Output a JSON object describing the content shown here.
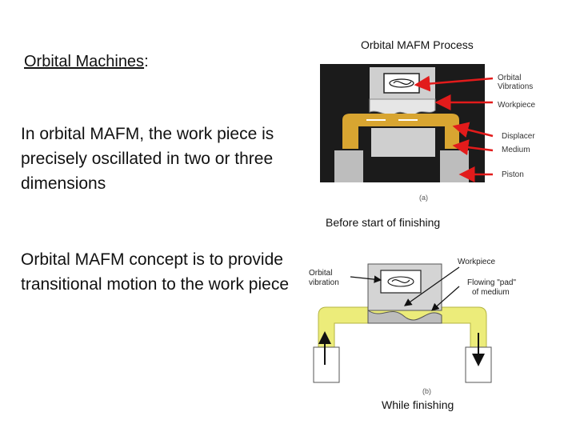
{
  "slide": {
    "heading_text": "Orbital Machines",
    "heading_colon": ":",
    "paragraph1": "In orbital MAFM, the work piece is precisely oscillated in two or three dimensions",
    "paragraph2": "Orbital MAFM concept is to provide transitional motion to the work piece"
  },
  "figure_a": {
    "title": "Orbital MAFM Process",
    "labels": [
      "Orbital",
      "Vibrations",
      "Workpiece",
      "Displacer",
      "Medium",
      "Piston"
    ],
    "sublabel": "(a)",
    "caption": "Before start of finishing"
  },
  "figure_b": {
    "labels": {
      "orbital_line1": "Orbital",
      "orbital_line2": "vibration",
      "workpiece": "Workpiece",
      "pad_line1": "Flowing \"pad\"",
      "pad_line2": "of medium"
    },
    "sublabel": "(b)",
    "caption": "While finishing"
  },
  "colors": {
    "arrow_red": "#e21b1b",
    "medium_gold": "#d8a531",
    "medium_yellow": "#ecec7a"
  }
}
